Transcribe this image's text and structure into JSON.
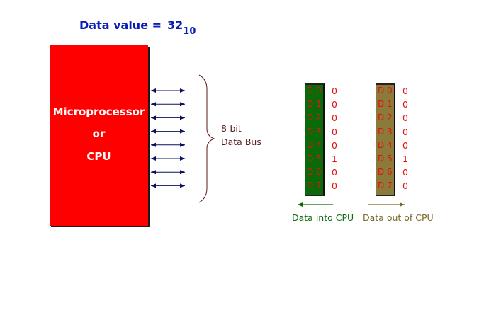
{
  "title": {
    "label": "Data value =",
    "value": "32",
    "base": "10"
  },
  "cpu": {
    "line1": "Microprocessor",
    "line2": "or",
    "line3": "CPU"
  },
  "bus": {
    "line1": "8-bit",
    "line2": "Data Bus"
  },
  "registers": {
    "bit_names": [
      "D 0",
      "D 1",
      "D 2",
      "D 3",
      "D 4",
      "D 5",
      "D 6",
      "D 7"
    ],
    "in": {
      "caption": "Data into CPU",
      "values": [
        "0",
        "0",
        "0",
        "0",
        "0",
        "1",
        "0",
        "0"
      ]
    },
    "out": {
      "caption": "Data out of CPU",
      "values": [
        "0",
        "0",
        "0",
        "0",
        "0",
        "1",
        "0",
        "0"
      ]
    }
  },
  "colors": {
    "cpu": "#ff0000",
    "title": "#0a1fb4",
    "reg_in": "#0a6a0a",
    "reg_out": "#8b7a3a",
    "bit_text": "#e81010",
    "arrow_bus": "#0a1060",
    "arrow_in": "#0a6a0a",
    "arrow_out": "#7a6a2a"
  }
}
